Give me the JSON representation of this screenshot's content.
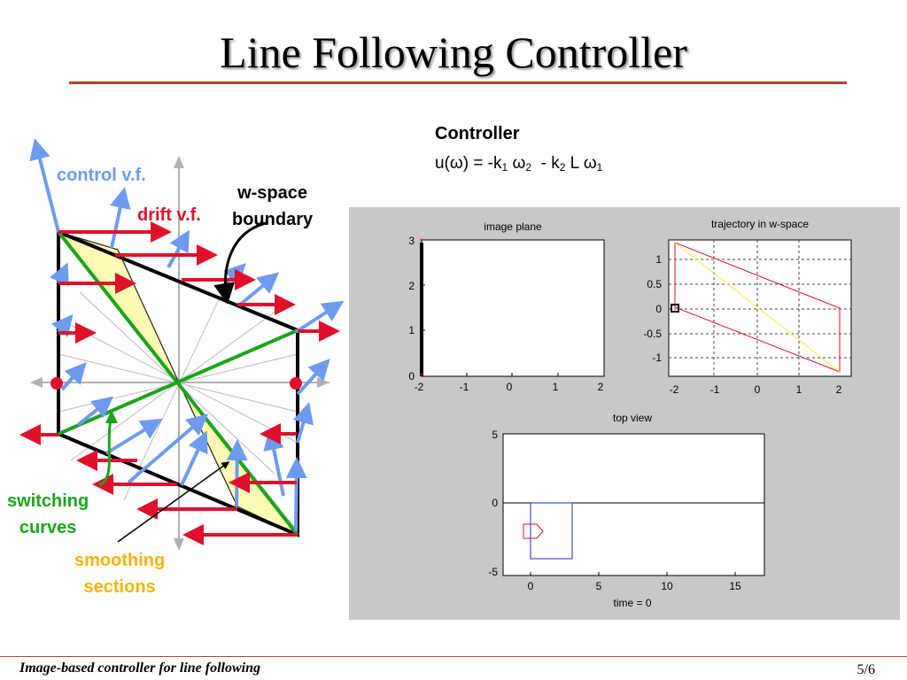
{
  "title": "Line Following Controller",
  "controller": {
    "heading": "Controller",
    "eq_u": "u(ω) = -k",
    "eq_s1": "1",
    "eq_w": " ω",
    "eq_s2": "2",
    "eq_mid": "  - k",
    "eq_s3": "2",
    "eq_L": " L ω",
    "eq_s4": "1"
  },
  "diagram": {
    "control_vf": "control v.f.",
    "drift_vf": "drift v.f.",
    "wspace_line1": "w-space",
    "wspace_line2": "boundary",
    "switching_line1": "switching",
    "switching_line2": "curves",
    "smoothing_line1": "smoothing",
    "smoothing_line2": "sections",
    "colors": {
      "control": "#6e9af0",
      "drift": "#e0102a",
      "switching": "#1aa51a",
      "smoothing_fill": "#fdfab4",
      "boundary": "#000000"
    }
  },
  "figure": {
    "image_plane": {
      "title": "image plane",
      "xticks": [
        "-2",
        "-1",
        "0",
        "1",
        "2"
      ],
      "yticks": [
        "0",
        "1",
        "2",
        "3"
      ]
    },
    "trajectory": {
      "title": "trajectory in w-space",
      "xticks": [
        "-2",
        "-1",
        "0",
        "1",
        "2"
      ],
      "yticks": [
        "1",
        "0.5",
        "0",
        "-0.5",
        "-1"
      ]
    },
    "top_view": {
      "title": "top view",
      "xticks": [
        "0",
        "5",
        "10",
        "15"
      ],
      "yticks": [
        "5",
        "0",
        "-5"
      ],
      "xlabel": "time = 0"
    }
  },
  "footer": {
    "left": "Image-based controller for line following",
    "right": "5/6"
  }
}
